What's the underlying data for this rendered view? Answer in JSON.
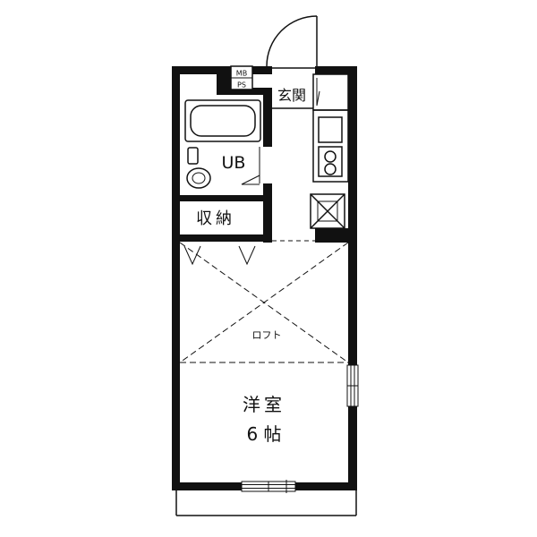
{
  "rooms": {
    "entrance": "玄関",
    "bathroom": "UB",
    "closet": "収納",
    "loft": "ロフト",
    "western_room": "洋室",
    "western_room_size": "6 帖"
  },
  "meter": {
    "mb": "MB",
    "ps": "PS"
  }
}
